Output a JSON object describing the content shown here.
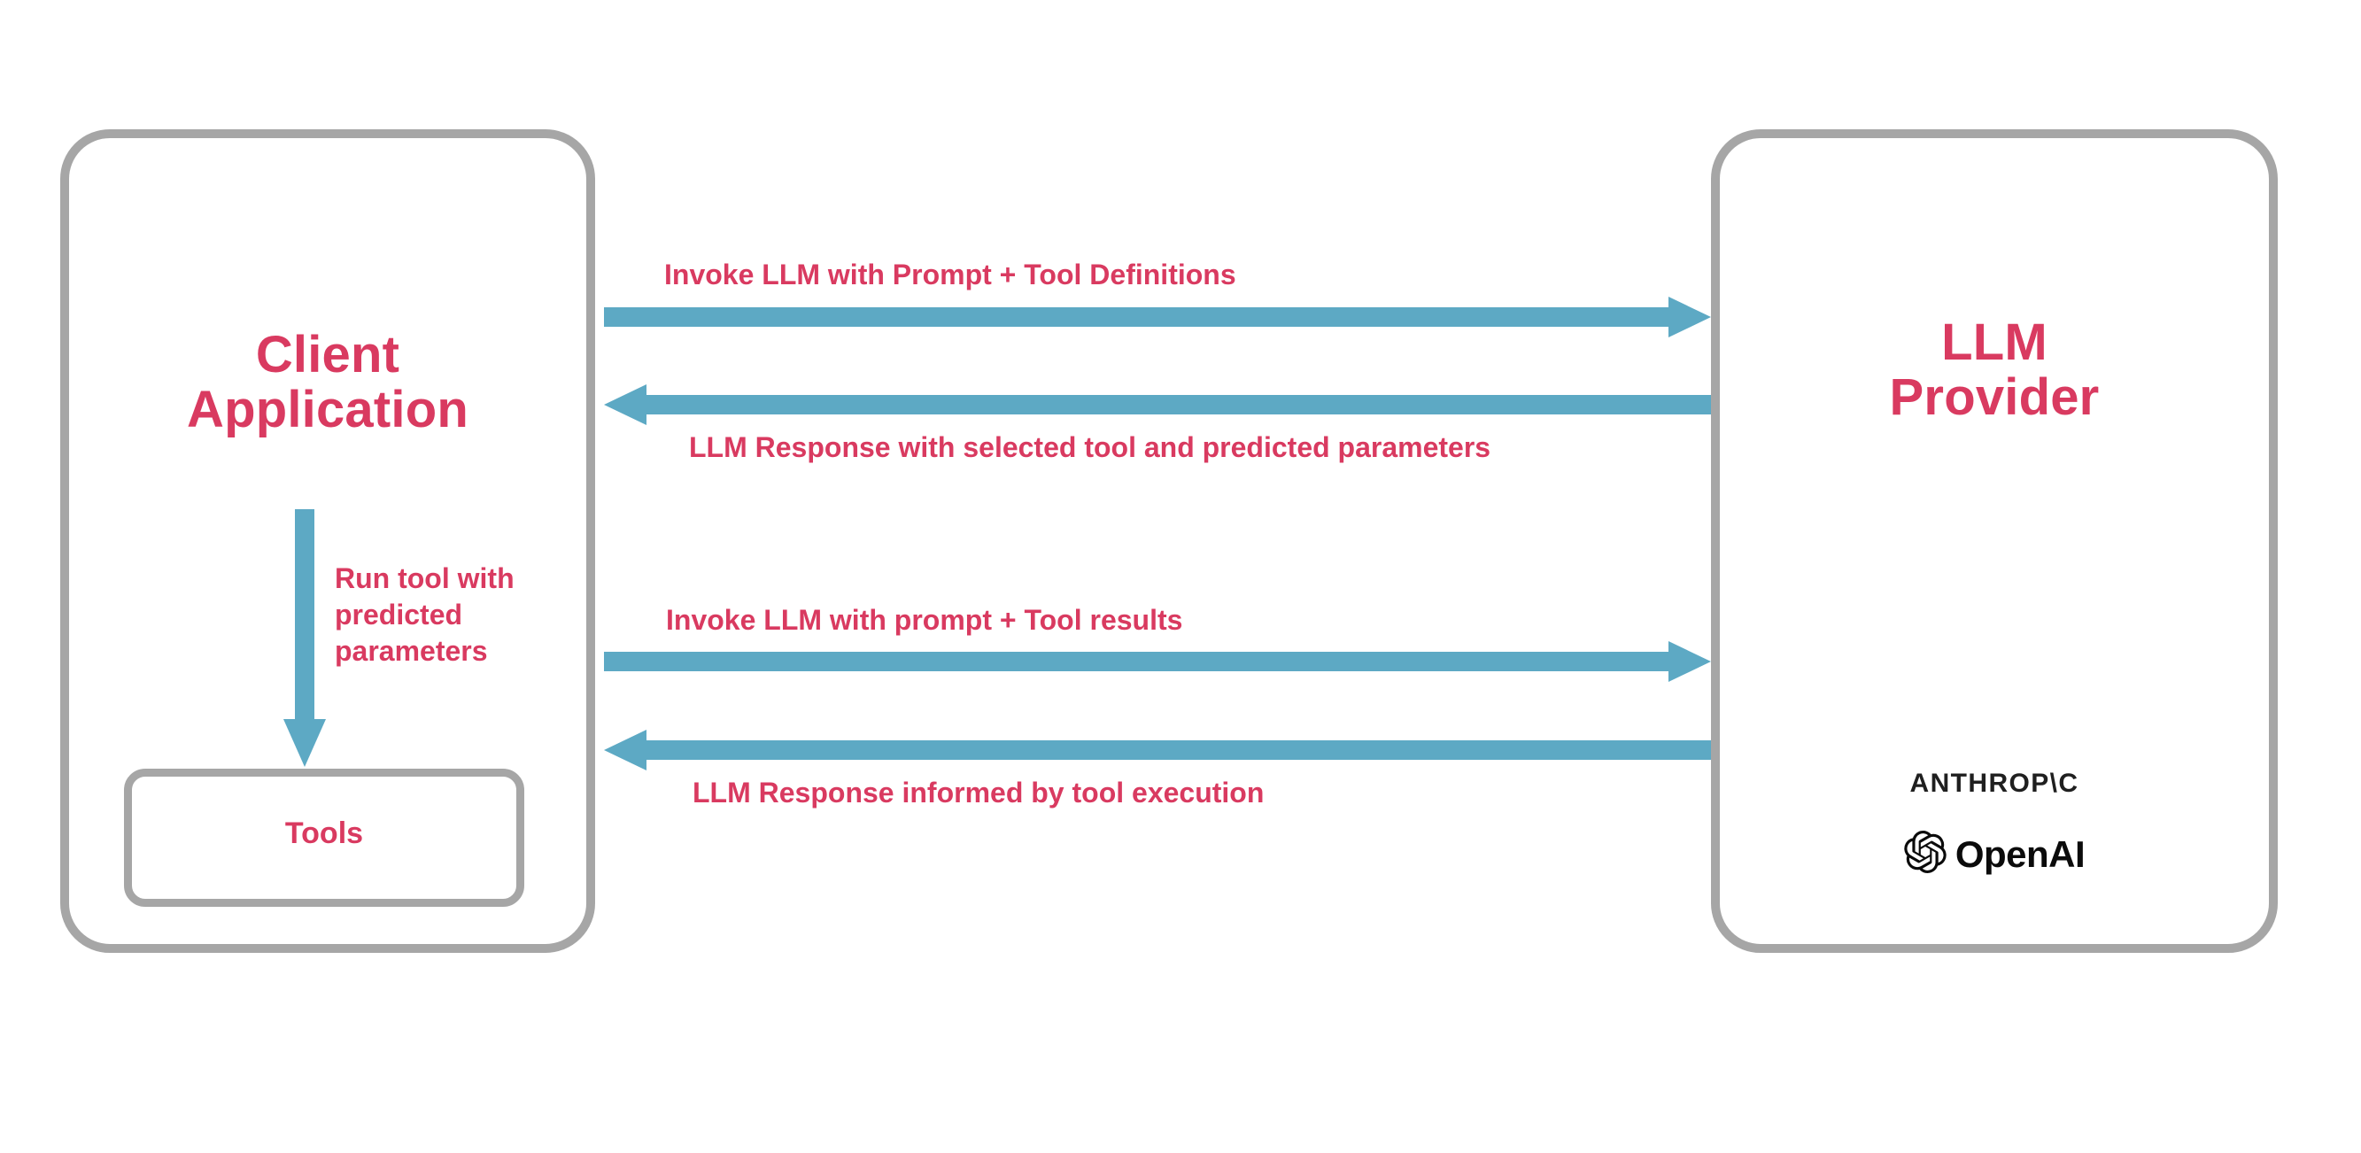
{
  "diagram": {
    "title": "LLM tool-calling sequence between client application and LLM provider",
    "colors": {
      "accent_text": "#d93a60",
      "arrow": "#5da9c4",
      "box_border": "#a6a6a6",
      "background": "#ffffff",
      "brand_text": "#1f1f1f"
    }
  },
  "nodes": {
    "client": {
      "title": "Client\nApplication",
      "inner": {
        "label": "Tools"
      }
    },
    "provider": {
      "title": "LLM\nProvider",
      "brands": [
        {
          "name": "anthropic-wordmark",
          "label": "ANTHROP\\C"
        },
        {
          "name": "openai-wordmark",
          "label": "OpenAI",
          "icon": "openai-knot-icon"
        }
      ]
    }
  },
  "edges": [
    {
      "name": "invoke-llm-with-prompt-and-tool-definitions",
      "label": "Invoke LLM with Prompt + Tool Definitions",
      "direction": "client-to-provider"
    },
    {
      "name": "llm-response-with-selected-tool",
      "label": "LLM Response with selected tool and predicted parameters",
      "direction": "provider-to-client"
    },
    {
      "name": "invoke-llm-with-prompt-and-tool-results",
      "label": "Invoke LLM with prompt + Tool results",
      "direction": "client-to-provider"
    },
    {
      "name": "llm-response-informed-by-tool-execution",
      "label": "LLM Response informed by tool execution",
      "direction": "provider-to-client"
    },
    {
      "name": "run-tool-with-predicted-parameters",
      "label": "Run tool with\npredicted\nparameters",
      "direction": "client-to-tools"
    }
  ]
}
